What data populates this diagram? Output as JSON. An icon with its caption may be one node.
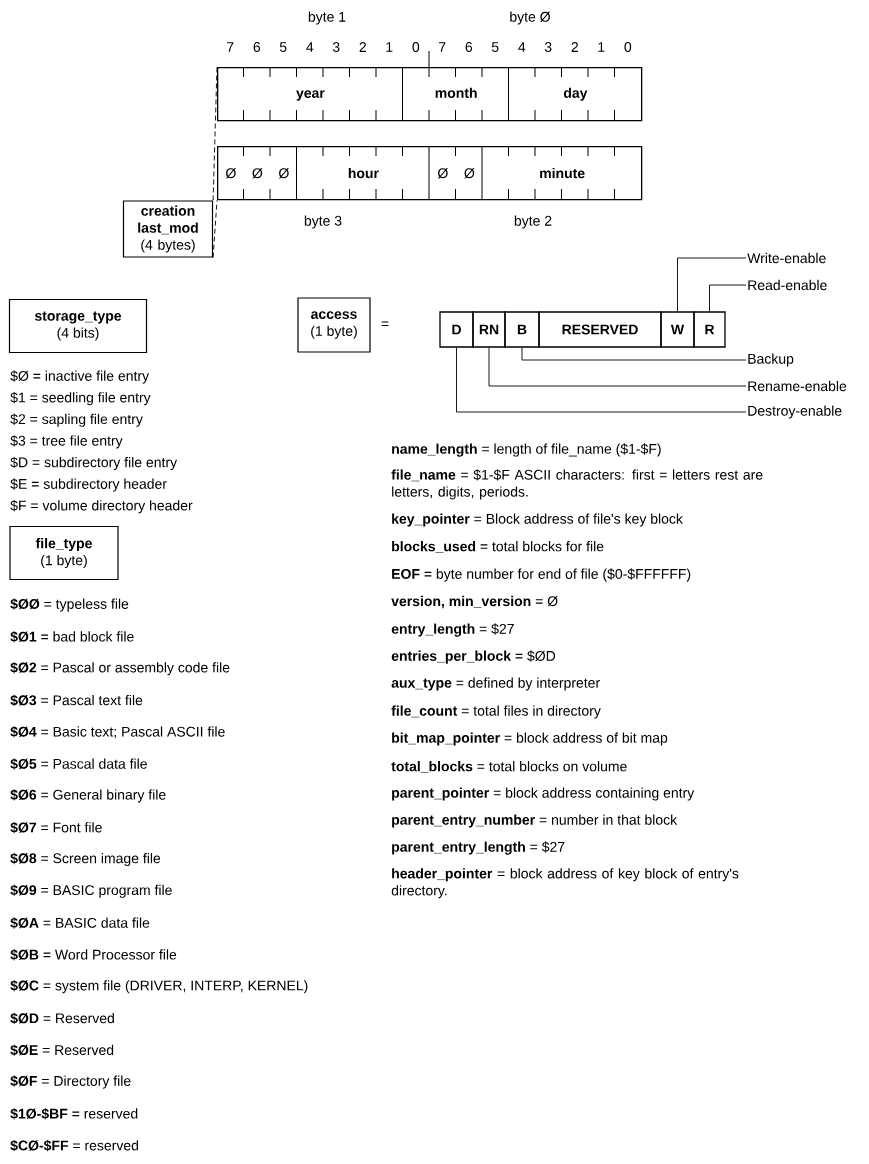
{
  "diagram": {
    "nodes": [
      {
        "text": [
          "creation last_mod",
          "(4 bytes)"
        ]
      },
      {
        "text": [
          "year",
          "month",
          "day"
        ]
      },
      {
        "text": [
          "Ø",
          "Ø",
          "Ø",
          "hour",
          "Ø",
          "Ø",
          "minute"
        ]
      },
      {
        "text": [
          "storage_type",
          "(4 bits)"
        ]
      },
      {
        "text": [
          "file_type",
          "(1 byte)"
        ]
      },
      {
        "text": [
          "access",
          "(1 byte)"
        ]
      },
      {
        "text": [
          "D"
        ]
      },
      {
        "text": [
          "RN"
        ]
      },
      {
        "text": [
          "B"
        ]
      },
      {
        "text": [
          "RESERVED"
        ]
      },
      {
        "text": [
          "W"
        ]
      },
      {
        "text": [
          "R"
        ]
      },
      {
        "text": [
          "Write-enable"
        ]
      },
      {
        "text": [
          "Read-enable"
        ]
      },
      {
        "text": [
          "Backup"
        ]
      },
      {
        "text": [
          "Rename-enable"
        ]
      },
      {
        "text": [
          "Destroy-enable"
        ]
      }
    ],
    "edges": [
      {
        "from": 0,
        "to": 1,
        "arrow": "none",
        "style": "dashed"
      },
      {
        "from": 0,
        "to": 2,
        "arrow": "none",
        "style": "dashed"
      },
      {
        "from": 12,
        "to": 10,
        "arrow": "none"
      },
      {
        "from": 13,
        "to": 11,
        "arrow": "none"
      },
      {
        "from": 14,
        "to": 8,
        "arrow": "none"
      },
      {
        "from": 15,
        "to": 7,
        "arrow": "none"
      },
      {
        "from": 16,
        "to": 6,
        "arrow": "none"
      }
    ],
    "labels": [
      "byte 1",
      "byte Ø",
      "7",
      "6",
      "5",
      "4",
      "3",
      "2",
      "1",
      "0",
      "7",
      "6",
      "5",
      "4",
      "3",
      "2",
      "1",
      "0",
      "byte 3",
      "byte 2",
      "=",
      "$Ø = inactive file entry",
      "$1 = seedling file entry",
      "$2 = sapling file entry",
      "$3 = tree file entry",
      "$D = subdirectory file entry",
      "$E = subdirectory header",
      "$F = volume directory header",
      "**$ØØ** = typeless file",
      "**$Ø1** = bad block file",
      "**$Ø2** = Pascal or assembly code file",
      "**$Ø3** = Pascal text file",
      "**$Ø4** = Basic text; Pascal ASCII file",
      "**$Ø5** = Pascal data file",
      "**$Ø6** = General binary file",
      "**$Ø7** = Font file",
      "**$Ø8** = Screen image file",
      "**$Ø9** = BASIC program file",
      "**$ØA** = BASIC data file",
      "**$ØB** = Word Processor file",
      "**$ØC** = system file (DRIVER, INTERP, KERNEL)",
      "**$ØD** = Reserved",
      "**$ØE** = Reserved",
      "**$ØF** = Directory file",
      "**$1Ø-$BF** = reserved",
      "**$CØ-$FF** = reserved",
      "**name_length** = length of file_name ($1-$F)",
      "**file_name** = $1-$F ASCII characters: first = letters rest are letters, digits, periods.",
      "**key_pointer** = Block address of file's key block",
      "**blocks_used** = total blocks for file",
      "**EOF** = byte number for end of file ($0-$FFFFFF)",
      "**version, min_version** = Ø",
      "**entry_length** = $27",
      "**entries_per_block** = $ØD",
      "**aux_type** = defined by interpreter",
      "**file_count** = total files in directory",
      "**bit_map_pointer** = block address of bit map",
      "**total_blocks** = total blocks on volume",
      "**parent_pointer** = block address containing entry",
      "**parent_entry_number** = number in that block",
      "**parent_entry_length** = $27",
      "**header_pointer** = block address of key block of entry's directory."
    ]
  }
}
